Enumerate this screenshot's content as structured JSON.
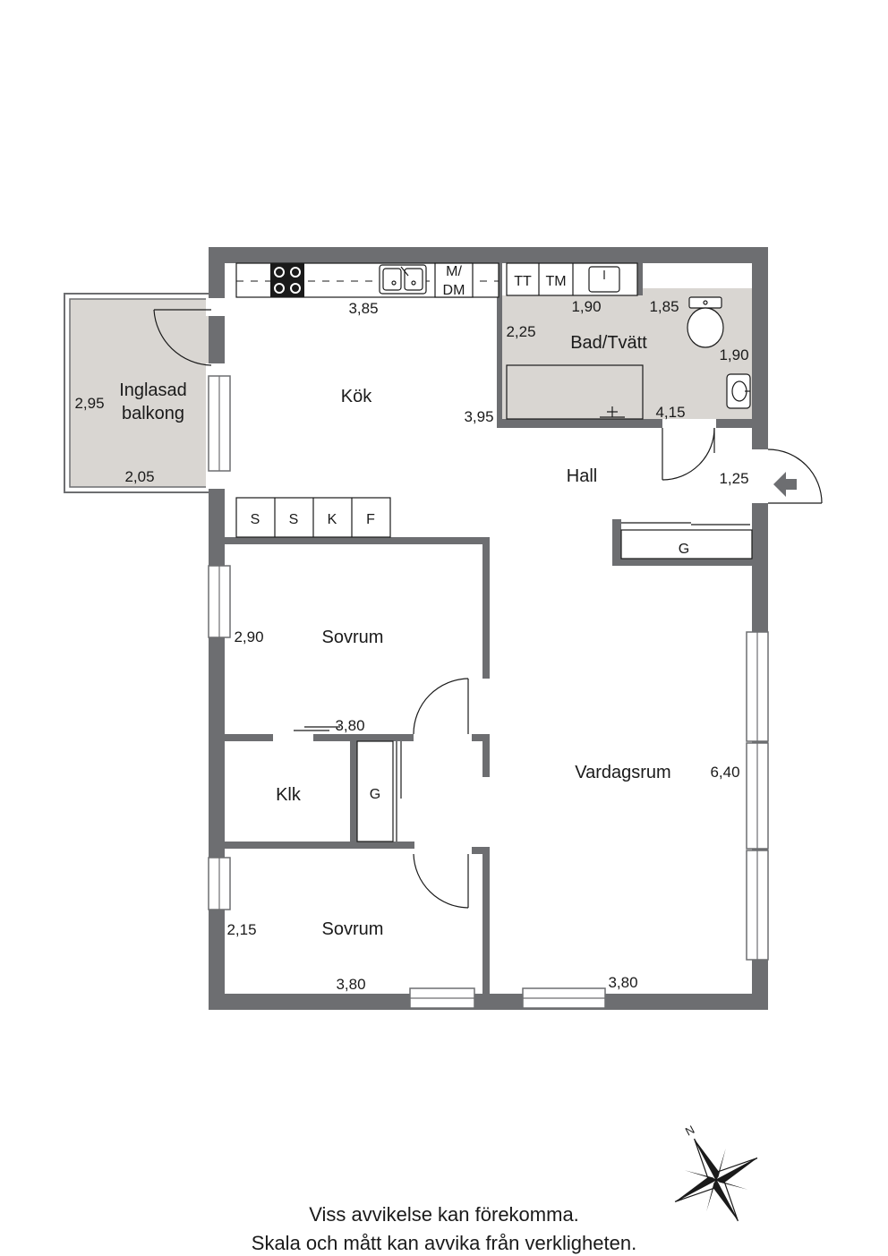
{
  "rooms": {
    "kok": "Kök",
    "bad": "Bad/Tvätt",
    "hall": "Hall",
    "vardagsrum": "Vardagsrum",
    "sovrum1": "Sovrum",
    "sovrum2": "Sovrum",
    "klk": "Klk",
    "balkong_line1": "Inglasad",
    "balkong_line2": "balkong"
  },
  "dimensions": {
    "kok_width": "3,85",
    "kok_depth": "3,95",
    "bad_depth": "2,25",
    "bad_top_left": "1,90",
    "bad_top_right": "1,85",
    "bad_side": "1,90",
    "bad_bottom": "4,15",
    "hall_width": "1,25",
    "balkong_depth": "2,95",
    "balkong_width": "2,05",
    "sovrum1_depth": "2,90",
    "sovrum1_width": "3,80",
    "vardagsrum_depth": "6,40",
    "vardagsrum_width": "3,80",
    "sovrum2_depth": "2,15",
    "sovrum2_width": "3,80"
  },
  "fixtures": {
    "md_line1": "M/",
    "md_line2": "DM",
    "tt": "TT",
    "tm": "TM",
    "s1": "S",
    "s2": "S",
    "k": "K",
    "f": "F",
    "g_hall": "G",
    "g_closet": "G"
  },
  "compass": {
    "north": "N"
  },
  "footer": {
    "line1": "Viss avvikelse kan förekomma.",
    "line2": "Skala och mått kan avvika från verkligheten."
  },
  "colors": {
    "wall": "#6d6e71",
    "wet_room": "#d9d6d2",
    "background": "#ffffff"
  }
}
